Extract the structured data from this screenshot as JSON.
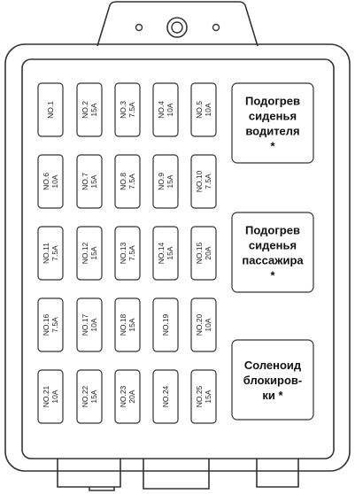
{
  "fuses": [
    {
      "label": "NO.1",
      "rating": ""
    },
    {
      "label": "NO.2",
      "rating": "15A"
    },
    {
      "label": "NO.3",
      "rating": "7.5A"
    },
    {
      "label": "NO.4",
      "rating": "10A"
    },
    {
      "label": "NO.5",
      "rating": "10A"
    },
    {
      "label": "NO.6",
      "rating": "10A"
    },
    {
      "label": "NO.7",
      "rating": "15A"
    },
    {
      "label": "NO.8",
      "rating": "7.5A"
    },
    {
      "label": "NO.9",
      "rating": "15A"
    },
    {
      "label": "NO.10",
      "rating": "7.5A"
    },
    {
      "label": "NO.11",
      "rating": "7.5A"
    },
    {
      "label": "NO.12",
      "rating": "15A"
    },
    {
      "label": "NO.13",
      "rating": "7.5A"
    },
    {
      "label": "NO.14",
      "rating": "15A"
    },
    {
      "label": "NO.15",
      "rating": "20A"
    },
    {
      "label": "NO.16",
      "rating": "7.5A"
    },
    {
      "label": "NO.17",
      "rating": "10A"
    },
    {
      "label": "NO.18",
      "rating": "15A"
    },
    {
      "label": "NO.19",
      "rating": ""
    },
    {
      "label": "NO.20",
      "rating": "10A"
    },
    {
      "label": "NO.21",
      "rating": "10A"
    },
    {
      "label": "NO.22",
      "rating": "15A"
    },
    {
      "label": "NO.23",
      "rating": "20A"
    },
    {
      "label": "NO.24",
      "rating": ""
    },
    {
      "label": "NO.25",
      "rating": "15A"
    }
  ],
  "relays": [
    {
      "lines": [
        "Подогрев",
        "сиденья",
        "водителя",
        "*"
      ]
    },
    {
      "lines": [
        "Подогрев",
        "сиденья",
        "пассажира",
        "*"
      ]
    },
    {
      "lines": [
        "Соленоид",
        "блокиров-",
        "ки *"
      ]
    }
  ]
}
